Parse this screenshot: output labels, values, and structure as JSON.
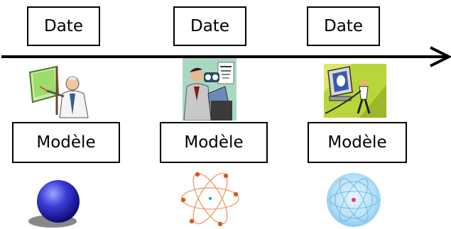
{
  "timeline": {
    "dates": [
      "Date",
      "Date",
      "Date"
    ],
    "models": [
      "Modèle",
      "Modèle",
      "Modèle"
    ]
  },
  "icons": [
    "teacher-pointing-board-icon",
    "scientist-microscope-icon",
    "computer-user-icon",
    "solid-sphere-model-icon",
    "orbit-atom-model-icon",
    "quantum-cloud-atom-icon"
  ]
}
